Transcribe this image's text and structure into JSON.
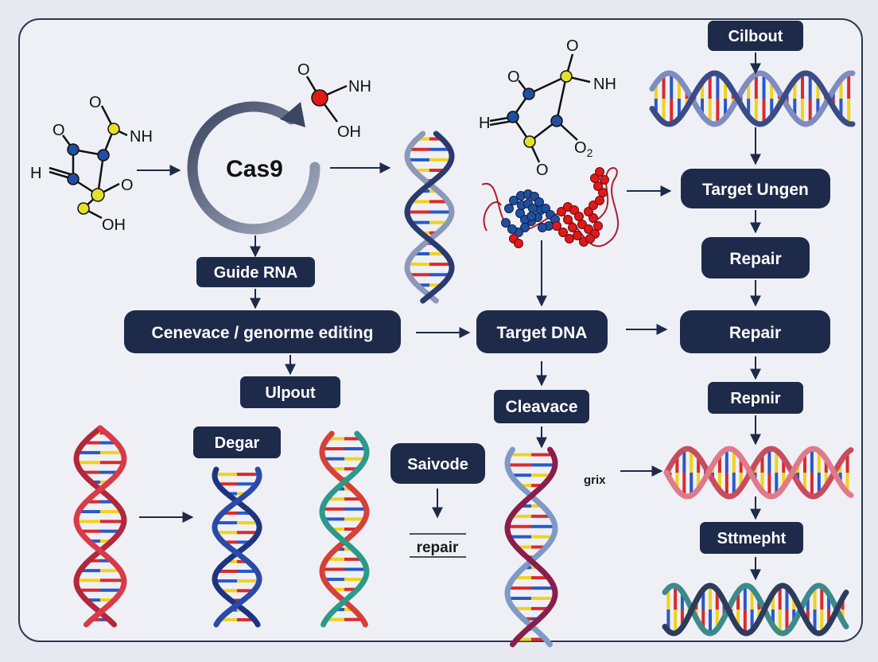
{
  "colors": {
    "background": "#e6e9ef",
    "panel": "#eef0f6",
    "panel_border": "#2c3650",
    "pill": "#1e2a4a",
    "pill_text": "#ffffff",
    "arrow": "#1e2a4a",
    "atom_blue": "#1f4fa0",
    "atom_yellow": "#e6df2a",
    "atom_red": "#e01818",
    "base_colors": [
      "#f1d21a",
      "#d92b2b",
      "#2a58c8"
    ]
  },
  "molecule_left": {
    "o_top": "O",
    "nh": "NH",
    "o_left": "O",
    "o_right": "O",
    "h": "H",
    "oh": "OH"
  },
  "cas9": {
    "label": "Cas9",
    "o": "O",
    "nh": "NH",
    "oh": "OH"
  },
  "molecule_right": {
    "o_top": "O",
    "nh": "NH",
    "o_left": "O",
    "h": "H",
    "o2": "O",
    "o2_sub": "2",
    "o_bottom": "O"
  },
  "boxes": {
    "guide_rna": "Guide RNA",
    "cenevace": "Cenevace / genorme editing",
    "ulpout": "Ulpout",
    "degar": "Degar",
    "saivode": "Saivode",
    "target_dna": "Target DNA",
    "cleavace": "Cleavace",
    "cilbout": "Cilbout",
    "target_ungen": "Target Ungen",
    "repair_1": "Repair",
    "repair_2": "Repair",
    "repnir": "Repnir",
    "sttmepht": "Sttmepht"
  },
  "labels": {
    "repair_small": "repair",
    "grix": "grix"
  }
}
